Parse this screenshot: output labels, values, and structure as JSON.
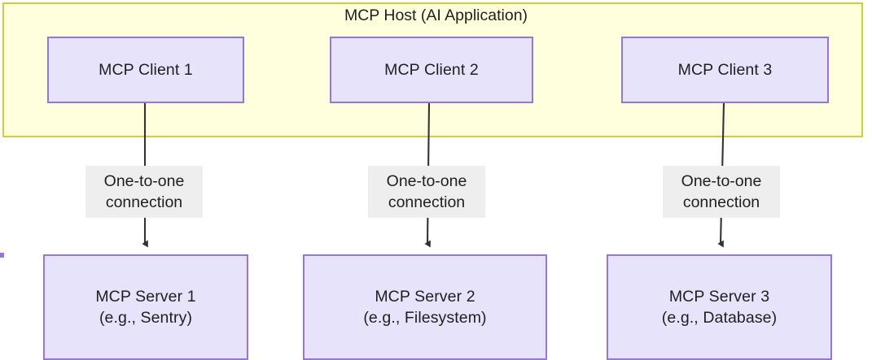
{
  "diagram": {
    "title": "MCP Host (AI Application)",
    "host": {
      "label": "MCP Host (AI Application)",
      "fill": "#ffffdd",
      "stroke": "#cfcf38"
    },
    "node_style": {
      "fill": "#e7e3fb",
      "stroke": "#9575e0",
      "text_color": "#1f1f1f"
    },
    "edge_style": {
      "stroke": "#333333",
      "label_background": "#eeeeee",
      "arrowhead": "solid-triangle"
    },
    "clients": [
      {
        "label": "MCP Client 1"
      },
      {
        "label": "MCP Client 2"
      },
      {
        "label": "MCP Client 3"
      }
    ],
    "connections": [
      {
        "line1": "One-to-one",
        "line2": "connection"
      },
      {
        "line1": "One-to-one",
        "line2": "connection"
      },
      {
        "line1": "One-to-one",
        "line2": "connection"
      }
    ],
    "servers": [
      {
        "line1": "MCP Server 1",
        "line2": "(e.g., Sentry)"
      },
      {
        "line1": "MCP Server 2",
        "line2": "(e.g., Filesystem)"
      },
      {
        "line1": "MCP Server 3",
        "line2": "(e.g., Database)"
      }
    ]
  }
}
